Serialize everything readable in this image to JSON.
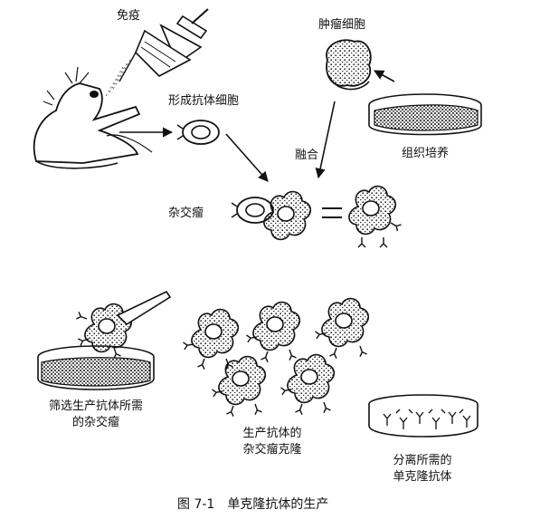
{
  "labels": {
    "immunize": "免疫",
    "myeloma": "肿瘤细胞",
    "antibody_cell": "形成抗体细胞",
    "fusion": "融合",
    "tissue_culture": "组织培养",
    "hybridoma": "杂交瘤",
    "screen_line1": "筛选生产抗体所需",
    "screen_line2": "的杂交瘤",
    "clone_line1": "生产抗体的",
    "clone_line2": "杂交瘤克隆",
    "separate_line1": "分离所需的",
    "separate_line2": "单克隆抗体",
    "caption": "图 7-1　单克隆抗体的生产"
  },
  "colors": {
    "ink": "#111111",
    "paper": "#ffffff",
    "stipple": "#333333"
  }
}
